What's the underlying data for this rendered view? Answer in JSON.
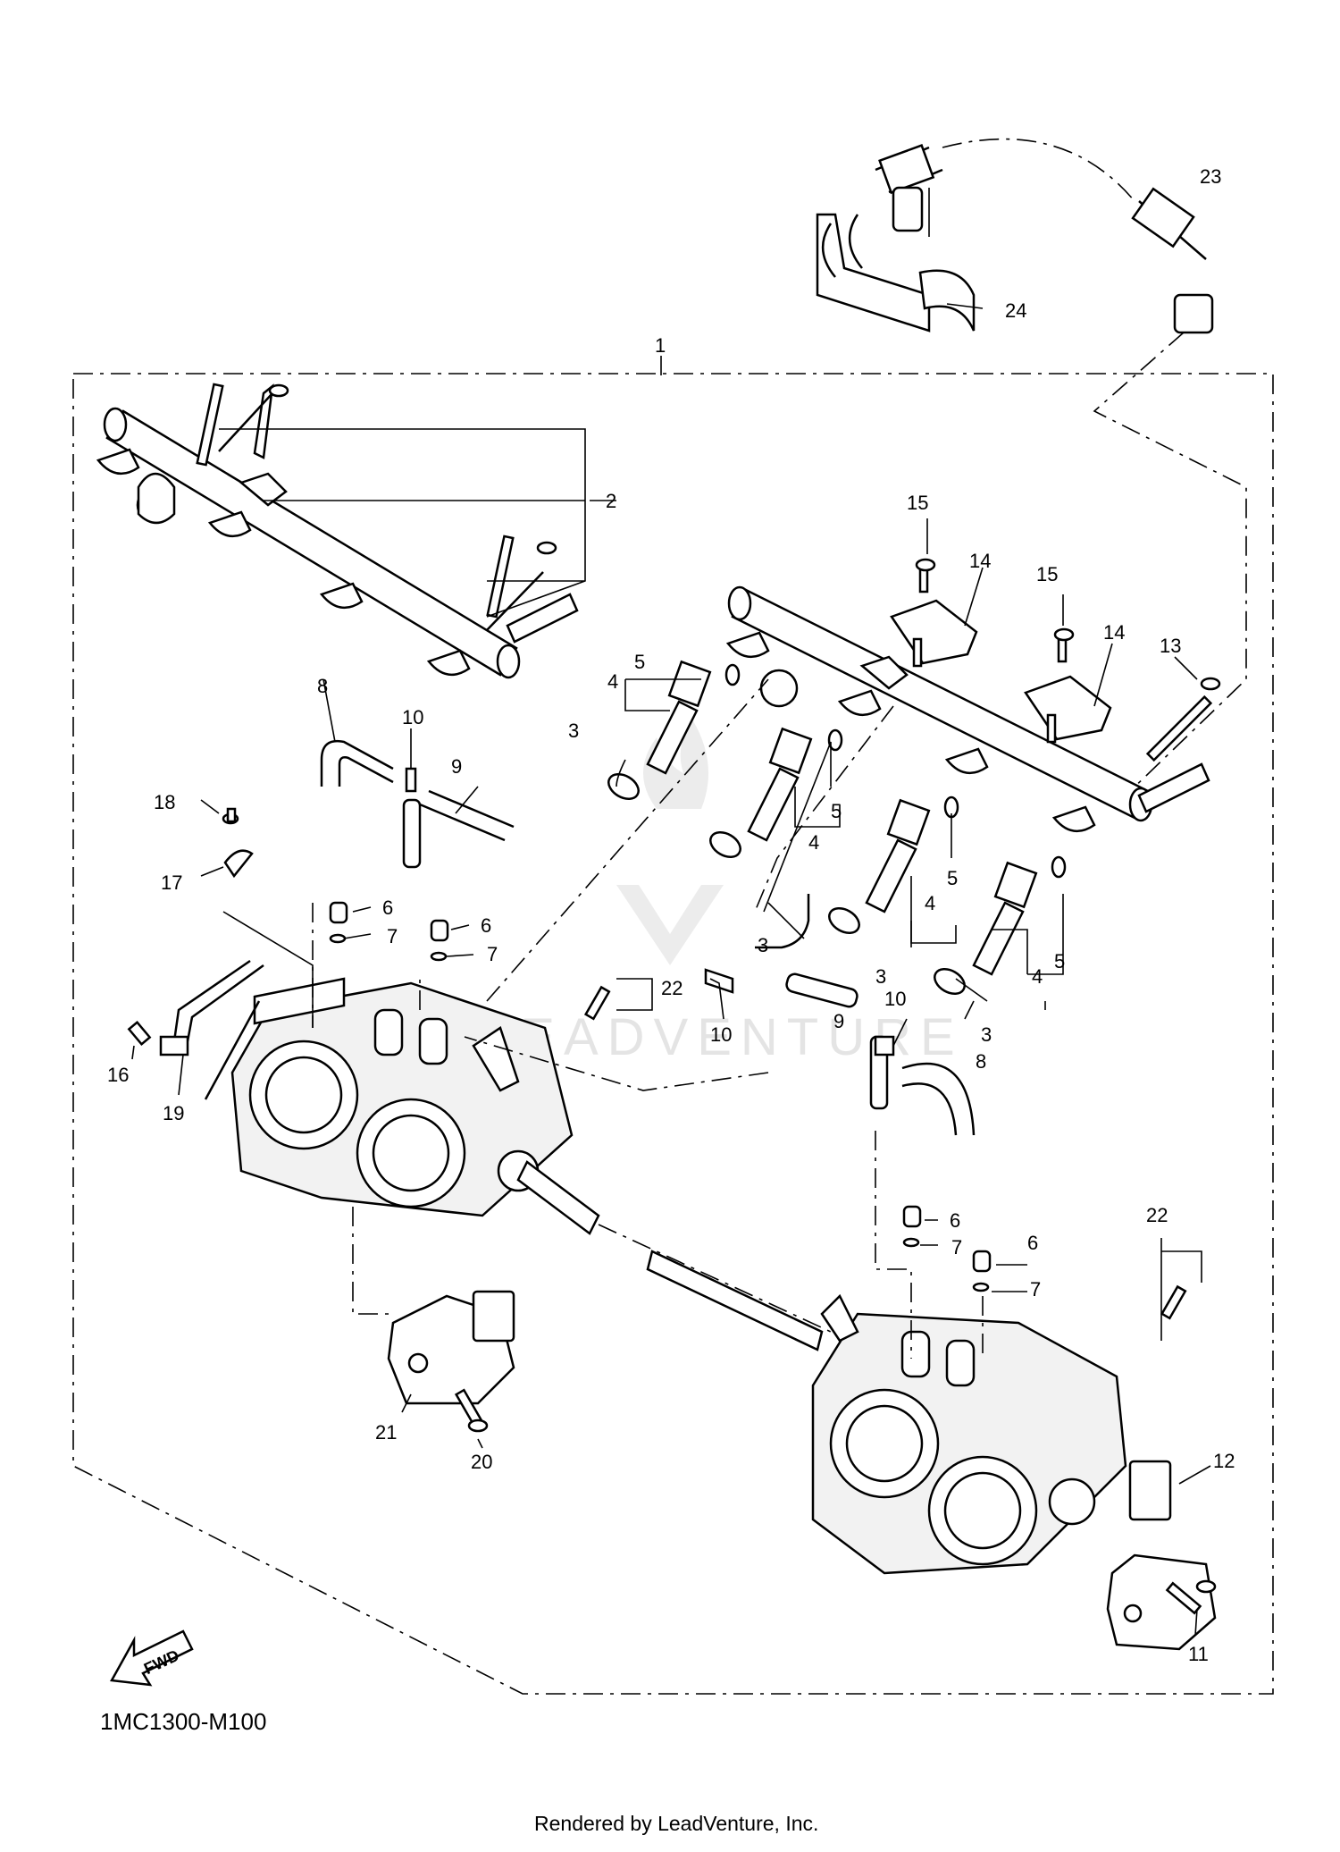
{
  "diagram_code": "1MC1300-M100",
  "credit": "Rendered by LeadVenture, Inc.",
  "watermark": "LEADVENTURE",
  "fwd_label": "FWD",
  "callouts": {
    "c1": "1",
    "c2": "2",
    "c3a": "3",
    "c3b": "3",
    "c3c": "3",
    "c3d": "3",
    "c4a": "4",
    "c4b": "4",
    "c4c": "4",
    "c4d": "4",
    "c5a": "5",
    "c5b": "5",
    "c5c": "5",
    "c5d": "5",
    "c6a": "6",
    "c6b": "6",
    "c6c": "6",
    "c6d": "6",
    "c7a": "7",
    "c7b": "7",
    "c7c": "7",
    "c7d": "7",
    "c8a": "8",
    "c8b": "8",
    "c9a": "9",
    "c9b": "9",
    "c10a": "10",
    "c10b": "10",
    "c10c": "10",
    "c11": "11",
    "c12": "12",
    "c13": "13",
    "c14a": "14",
    "c14b": "14",
    "c15a": "15",
    "c15b": "15",
    "c16": "16",
    "c17": "17",
    "c18": "18",
    "c19": "19",
    "c20": "20",
    "c21": "21",
    "c22a": "22",
    "c22b": "22",
    "c23": "23",
    "c24": "24"
  }
}
